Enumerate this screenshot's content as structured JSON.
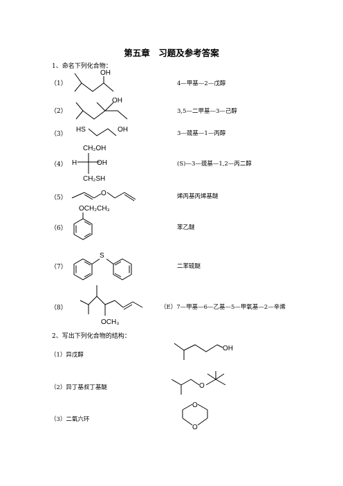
{
  "title": "第五章　习题及参考答案",
  "section1": "1、命名下列化合物：",
  "section2": "2、写出下列化合物的结构：",
  "part1": [
    {
      "num": "（1）",
      "answer": "4—甲基—2—戊醇",
      "labels": [
        "OH"
      ]
    },
    {
      "num": "（2）",
      "answer": "3,5—二甲基—3—己醇",
      "labels": [
        "OH"
      ]
    },
    {
      "num": "（3）",
      "answer": "3—巯基—1—丙醇",
      "labels": [
        "HS",
        "OH"
      ]
    },
    {
      "num": "（4）",
      "answer": "(S)—3—巯基—1,2—丙二醇",
      "labels": [
        "CH₂OH",
        "H",
        "OH",
        "CH₂SH"
      ]
    },
    {
      "num": "（5）",
      "answer": "烯丙基丙烯基醚",
      "labels": [
        "O"
      ]
    },
    {
      "num": "（6）",
      "answer": "苯乙醚",
      "labels": [
        "OCH₂CH₃"
      ]
    },
    {
      "num": "（7）",
      "answer": "二苯硫醚",
      "labels": [
        "S"
      ]
    },
    {
      "num": "（8）",
      "answer": "（E）7—甲基—6—乙基—5—甲氧基—2—辛烯",
      "labels": [
        "OCH₃"
      ]
    }
  ],
  "part2": [
    {
      "num": "（1）",
      "name": "异戊醇",
      "labels": [
        "OH"
      ]
    },
    {
      "num": "（2）",
      "name": "异丁基叔丁基醚",
      "labels": [
        "O"
      ]
    },
    {
      "num": "（3）",
      "name": "二氧六环",
      "labels": [
        "O",
        "O"
      ]
    }
  ]
}
